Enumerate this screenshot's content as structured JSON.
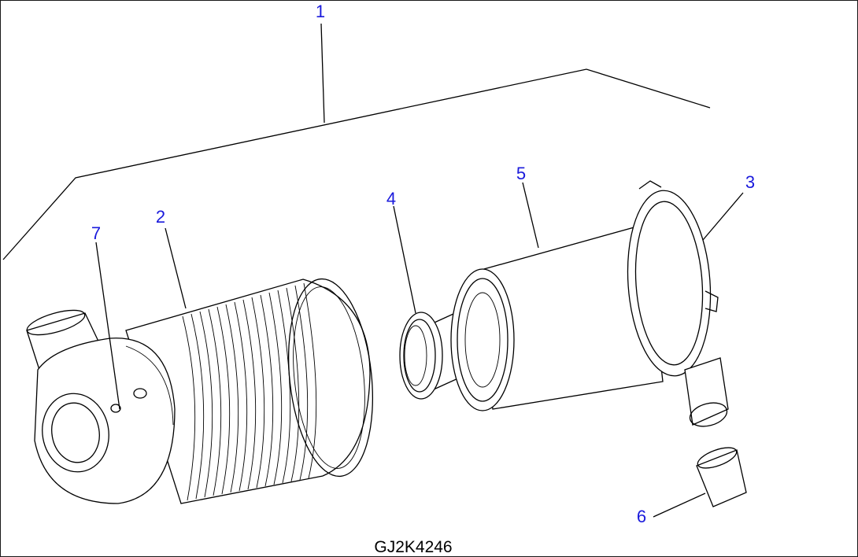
{
  "callouts": {
    "c1": "1",
    "c2": "2",
    "c3": "3",
    "c4": "4",
    "c5": "5",
    "c6": "6",
    "c7": "7"
  },
  "figure_id": "GJ2K4246",
  "colors": {
    "callout_text": "#1a1adc",
    "line": "#000000",
    "background": "#ffffff"
  }
}
